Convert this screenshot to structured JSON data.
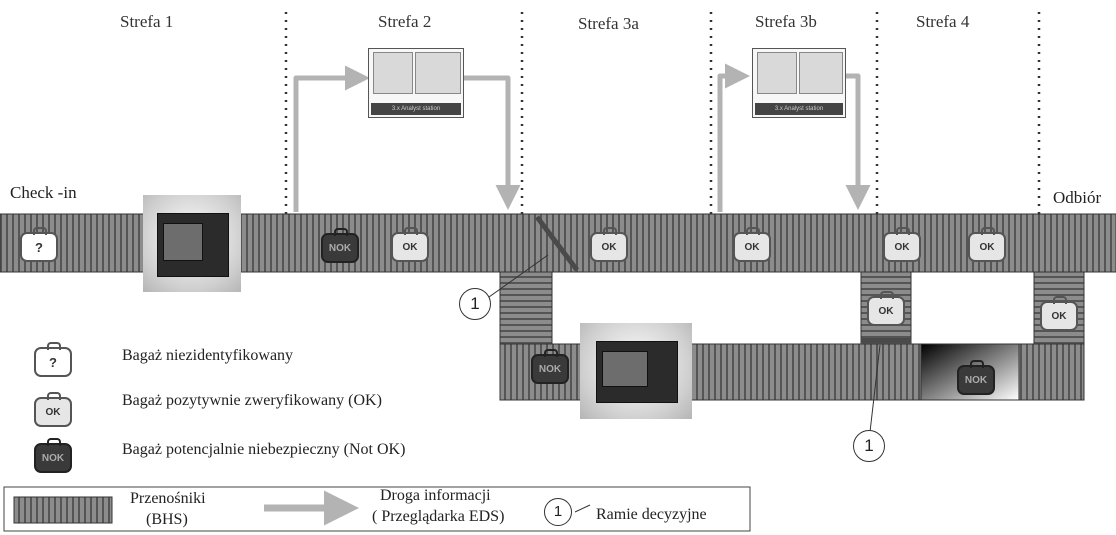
{
  "zones": [
    "Strefa 1",
    "Strefa 2",
    "Strefa 3a",
    "Strefa 3b",
    "Strefa 4"
  ],
  "checkin_label": "Check -in",
  "pickup_label": "Odbiór",
  "bags": {
    "unknown": "?",
    "ok": "OK",
    "nok": "NOK"
  },
  "monitor_caption": "3.x Analyst station",
  "decision_marker": "1",
  "legend": {
    "unknown": "Bagaż niezidentyfikowany",
    "ok": "Bagaż pozytywnie zweryfikowany (OK)",
    "nok": "Bagaż potencjalnie niebezpieczny (Not OK)"
  },
  "bottom_legend": {
    "conveyor_line1": "Przenośniki",
    "conveyor_line2": "(BHS)",
    "info_line1": "Droga informacji",
    "info_line2": "( Przeglądarka EDS)",
    "arm_label": "Ramie decyzyjne"
  },
  "colors": {
    "conveyor": "#8c8c8c",
    "arrow": "#b3b3b3",
    "nok_bag": "#3a3a3a",
    "ok_bag": "#e6e6e6"
  }
}
